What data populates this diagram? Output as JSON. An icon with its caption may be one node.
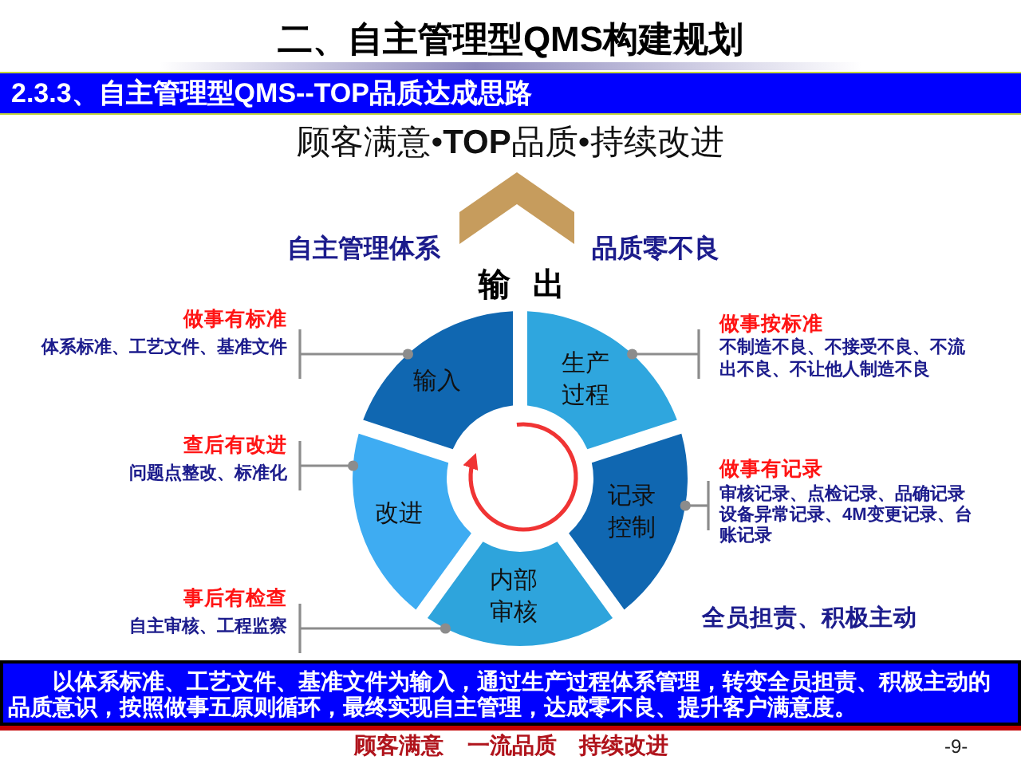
{
  "diagram": {
    "title": "二、自主管理型QMS构建规划",
    "nodes": [
      {
        "text": [
          "2.3.3、自主管理型QMS--TOP品质达成思路"
        ]
      },
      {
        "text": [
          "输入"
        ]
      },
      {
        "text": [
          "生产过程"
        ]
      },
      {
        "text": [
          "记录控制"
        ]
      },
      {
        "text": [
          "内部审核"
        ]
      },
      {
        "text": [
          "改进"
        ]
      },
      {
        "text": [
          "做事有标准",
          "体系标准、工艺文件、基准文件"
        ]
      },
      {
        "text": [
          "做事按标准",
          "不制造不良、不接受不良、不流出不良、不让他人制造不良"
        ]
      },
      {
        "text": [
          "做事有记录",
          "审核记录、点检记录、品确记录设备异常记录、4M变更记录、台账记录"
        ]
      },
      {
        "text": [
          "查后有改进",
          "问题点整改、标准化"
        ]
      },
      {
        "text": [
          "事后有检查",
          "自主审核、工程监察"
        ]
      },
      {
        "text": [
          "以体系标准、工艺文件、基准文件为输入，通过生产过程体系管理，转变全员担责、积极主动的品质意识，按照做事五原则循环，最终实现自主管理，达成零不良、提升客户满意度。"
        ]
      }
    ],
    "edges": [
      {
        "from": 6,
        "to": 1,
        "arrow": "other"
      },
      {
        "from": 7,
        "to": 2,
        "arrow": "other"
      },
      {
        "from": 8,
        "to": 3,
        "arrow": "other"
      },
      {
        "from": 9,
        "to": 5,
        "arrow": "other"
      },
      {
        "from": 10,
        "to": 4,
        "arrow": "other"
      }
    ],
    "labels": [
      "顾客满意•**TOP**品质•持续改进",
      "自主管理体系",
      "品质零不良",
      "输 出",
      "全员担责、积极主动",
      "顾客满意",
      "一流品质",
      "持续改进",
      "-9-"
    ]
  }
}
